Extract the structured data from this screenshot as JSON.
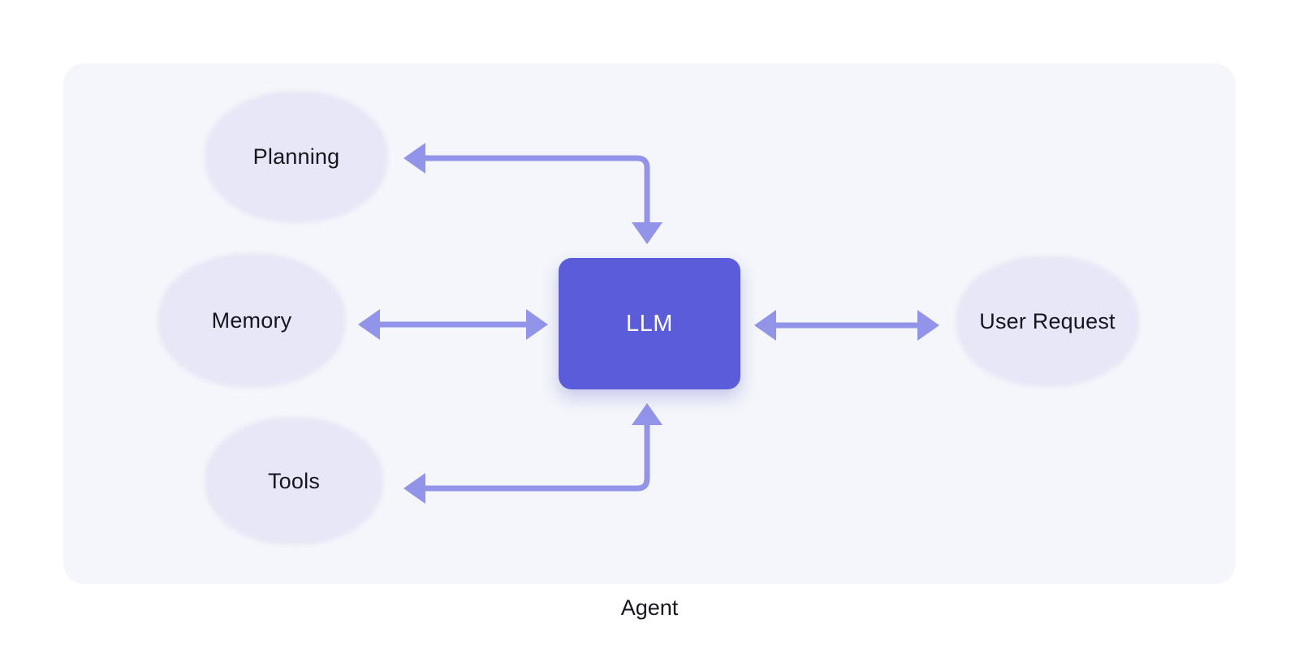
{
  "diagram": {
    "title": "Agent",
    "center": {
      "label": "LLM"
    },
    "nodes": [
      {
        "id": "planning",
        "label": "Planning"
      },
      {
        "id": "memory",
        "label": "Memory"
      },
      {
        "id": "tools",
        "label": "Tools"
      },
      {
        "id": "user_request",
        "label": "User Request"
      }
    ],
    "edges": [
      {
        "from": "LLM",
        "to": "Planning",
        "direction": "bidirectional",
        "shape": "elbow"
      },
      {
        "from": "LLM",
        "to": "Memory",
        "direction": "bidirectional",
        "shape": "straight"
      },
      {
        "from": "LLM",
        "to": "User Request",
        "direction": "bidirectional",
        "shape": "straight"
      },
      {
        "from": "LLM",
        "to": "Tools",
        "direction": "bidirectional",
        "shape": "elbow"
      }
    ]
  },
  "colors": {
    "page_bg": "#ffffff",
    "panel_bg": "#f4f6fb",
    "node_fill": "#e8e7f7",
    "center_fill": "#5b5cda",
    "center_text": "#ffffff",
    "arrow_stroke": "#9194e9",
    "text_color": "#15161f"
  }
}
